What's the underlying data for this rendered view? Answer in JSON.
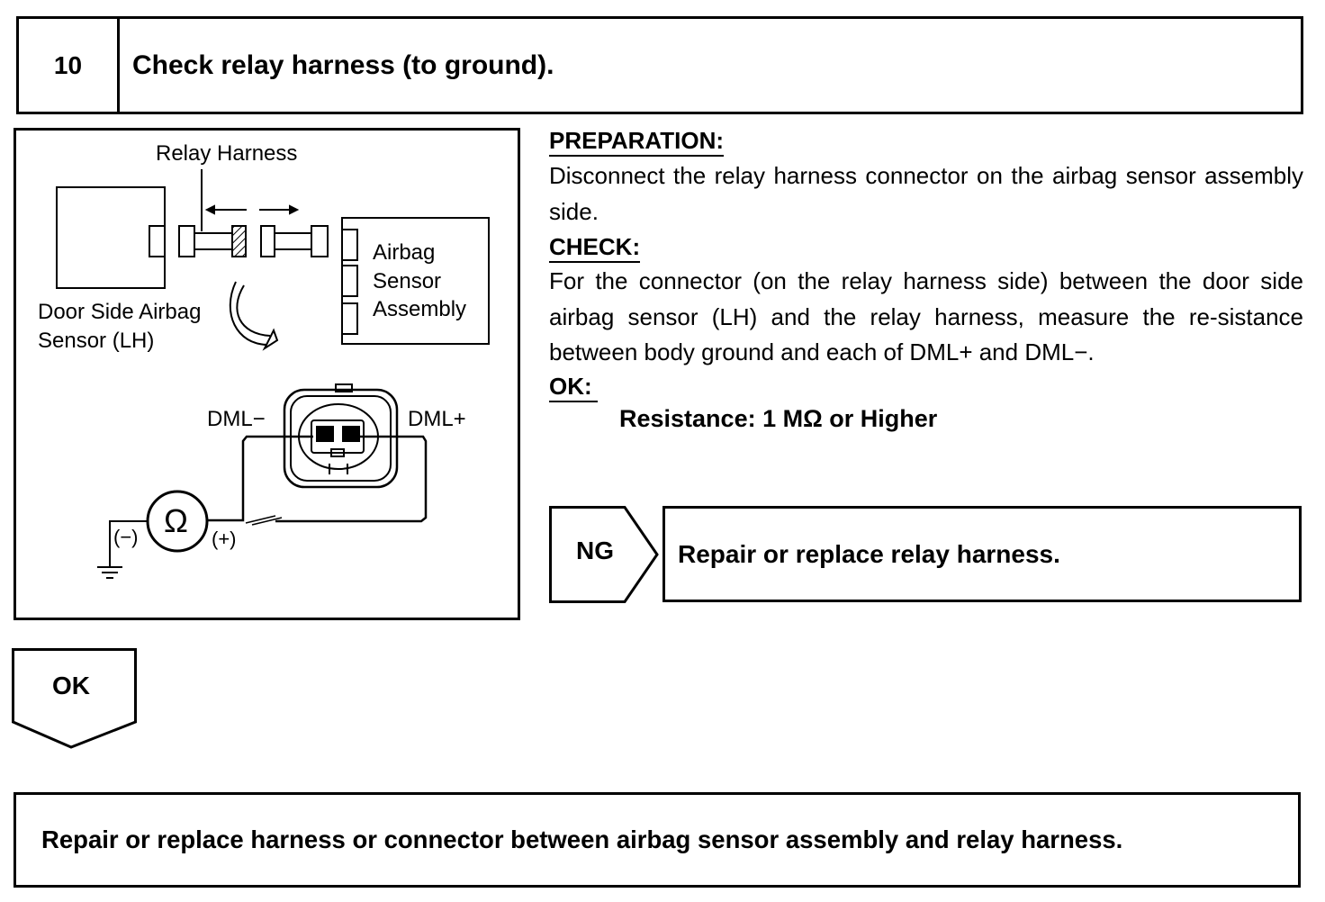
{
  "step": {
    "number": "10",
    "title": "Check relay harness (to ground)."
  },
  "diagram": {
    "relay_harness": "Relay Harness",
    "airbag_sensor_assembly": [
      "Airbag",
      "Sensor",
      "Assembly"
    ],
    "door_side_sensor": [
      "Door Side Airbag",
      "Sensor (LH)"
    ],
    "dml_minus": "DML−",
    "dml_plus": "DML+",
    "ohm_symbol": "Ω",
    "probe_negative": "(−)",
    "probe_positive": "(+)"
  },
  "preparation": {
    "heading": "PREPARATION:",
    "text": "Disconnect the relay harness connector on the airbag sensor assembly side."
  },
  "check": {
    "heading": "CHECK:",
    "text": "For the connector (on the relay harness side) between the door side airbag sensor (LH) and the relay harness, measure the re-sistance between body ground and each of DML+ and DML−."
  },
  "ok": {
    "heading": "OK:",
    "spec": "Resistance: 1 MΩ or Higher"
  },
  "ng_branch": {
    "tag": "NG",
    "action": "Repair or replace relay harness."
  },
  "ok_branch": {
    "tag": "OK"
  },
  "final_action": "Repair or replace harness or connector between airbag sensor assembly and relay harness."
}
